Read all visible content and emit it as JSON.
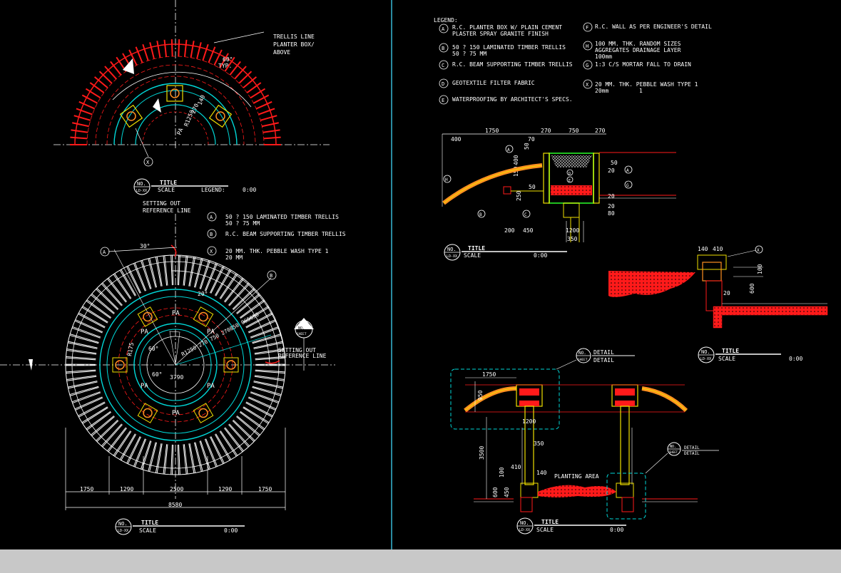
{
  "colors": {
    "background": "#000000",
    "cyan": "#00d8d8",
    "red": "#ff1a1a",
    "yellow": "#f0e000",
    "white": "#ffffff",
    "orange": "#ff9020",
    "green": "#20c020",
    "status_bar": "#c8c8c8"
  },
  "left": {
    "top_plan": {
      "labels": {
        "trellis_line": "TRELLIS LINE",
        "planter_box": "PLANTER BOX/",
        "above": "ABOVE",
        "angle": "60°",
        "typ": "TYP.",
        "r140": "140",
        "r270": "270",
        "r1250": "R1250",
        "pa": "PA",
        "x_tag": "X"
      },
      "title_block": {
        "no": "NO.",
        "ld": "LD-XX",
        "title": "TITLE",
        "scale": "SCALE",
        "legend_lbl": "LEGEND:",
        "scale_val": "0:00"
      }
    },
    "legend": {
      "setting_out_1": "SETTING OUT",
      "setting_out_2": "REFERENCE LINE",
      "items": [
        {
          "tag": "A",
          "l1": "50 ? 150 LAMINATED TIMBER TRELLIS",
          "l2": "50 ? 75 MM"
        },
        {
          "tag": "B",
          "l1": "R.C. BEAM SUPPORTING TIMBER TRELLIS",
          "l2": ""
        },
        {
          "tag": "X",
          "l1": "20 MM. THK. PEBBLE WASH TYPE 1",
          "l2": "20 MM"
        }
      ]
    },
    "big_plan": {
      "labels": {
        "ang30": "30°",
        "ang20": "20°",
        "ang60a": "60°",
        "ang60b": "60°",
        "r175": "R175",
        "radii": "R1250 270 750 270850 065650",
        "d3790": "3790",
        "pa": "PA",
        "a_tag": "A",
        "b_tag": "B",
        "setting_1": "SETTING OUT",
        "setting_2": "REFERENCE LINE",
        "no": "NO.",
        "sheet": "SHEET"
      },
      "dims": [
        "1750",
        "1290",
        "2500",
        "1290",
        "1750"
      ],
      "total": "8580",
      "title_block": {
        "no": "NO.",
        "ld": "LD-XX",
        "title": "TITLE",
        "scale": "SCALE",
        "scale_val": "0:00"
      }
    }
  },
  "right": {
    "legend": {
      "heading": "LEGEND:",
      "items": [
        {
          "tag": "A",
          "l1": "R.C. PLANTER BOX W/ PLAIN CEMENT",
          "l2": "PLASTER SPRAY GRANITE FINISH"
        },
        {
          "tag": "B",
          "l1": "50 ? 150 LAMINATED TIMBER TRELLIS",
          "l2": "50 ? 75 MM"
        },
        {
          "tag": "C",
          "l1": "R.C. BEAM SUPPORTING TIMBER TRELLIS",
          "l2": ""
        },
        {
          "tag": "D",
          "l1": "GEOTEXTILE FILTER FABRIC",
          "l2": ""
        },
        {
          "tag": "E",
          "l1": "WATERPROOFING BY ARCHITECT'S SPECS.",
          "l2": ""
        },
        {
          "tag": "F",
          "l1": "R.C. WALL AS PER ENGINEER'S DETAIL",
          "l2": ""
        },
        {
          "tag": "H",
          "l1": "100 MM. THK. RANDOM SIZES",
          "l2": "AGGREGATES DRAINAGE LAYER",
          "l3": "100mm"
        },
        {
          "tag": "G",
          "l1": "1:3 C/S MORTAR FALL TO DRAIN",
          "l2": ""
        },
        {
          "tag": "X",
          "l1": "20 MM. THK. PEBBLE WASH TYPE 1",
          "l2": "20mm",
          "l3": "1"
        }
      ]
    },
    "section": {
      "dims_top": [
        "1750",
        "270",
        "750",
        "270"
      ],
      "d400": "400",
      "d70": "70",
      "d150": "150",
      "d400b": "400",
      "d50a": "50",
      "d50b": "50",
      "d50c": "50",
      "d20a": "20",
      "d20b": "20",
      "d20c": "20",
      "d80": "80",
      "d250": "250",
      "d200": "200",
      "d450": "450",
      "d1200": "1200",
      "d350": "350",
      "tags": [
        "A",
        "H",
        "B",
        "C",
        "D",
        "E",
        "A",
        "G"
      ],
      "title_block": {
        "no": "NO.",
        "ld": "LD-XX",
        "title": "TITLE",
        "scale": "SCALE",
        "scale_val": "0:00"
      }
    },
    "detail2": {
      "d140": "140",
      "d410": "410",
      "d100": "100",
      "d600": "600",
      "d20": "20",
      "x_tag": "X",
      "title_block": {
        "no": "NO.",
        "ld": "LD-XX",
        "title": "TITLE",
        "scale": "SCALE",
        "scale_val": "0:00"
      }
    },
    "elevation": {
      "detail_head": {
        "no": "NO.",
        "sheet": "SHEET",
        "l1": "DETAIL",
        "l2": "DETAIL"
      },
      "detail_small": {
        "no": "NO.",
        "sheet": "SHEET",
        "l1": "DETAIL",
        "l2": "DETAIL"
      },
      "d1750": "1750",
      "d950": "950",
      "d1200": "1200",
      "d350": "350",
      "d3500": "3500",
      "d410": "410",
      "d100": "100",
      "d140": "140",
      "d600": "600",
      "d450": "450",
      "planting": "PLANTING AREA",
      "title_block": {
        "no": "NO.",
        "ld": "LD-XX",
        "title": "TITLE",
        "scale": "SCALE",
        "scale_val": "0:00"
      }
    }
  }
}
